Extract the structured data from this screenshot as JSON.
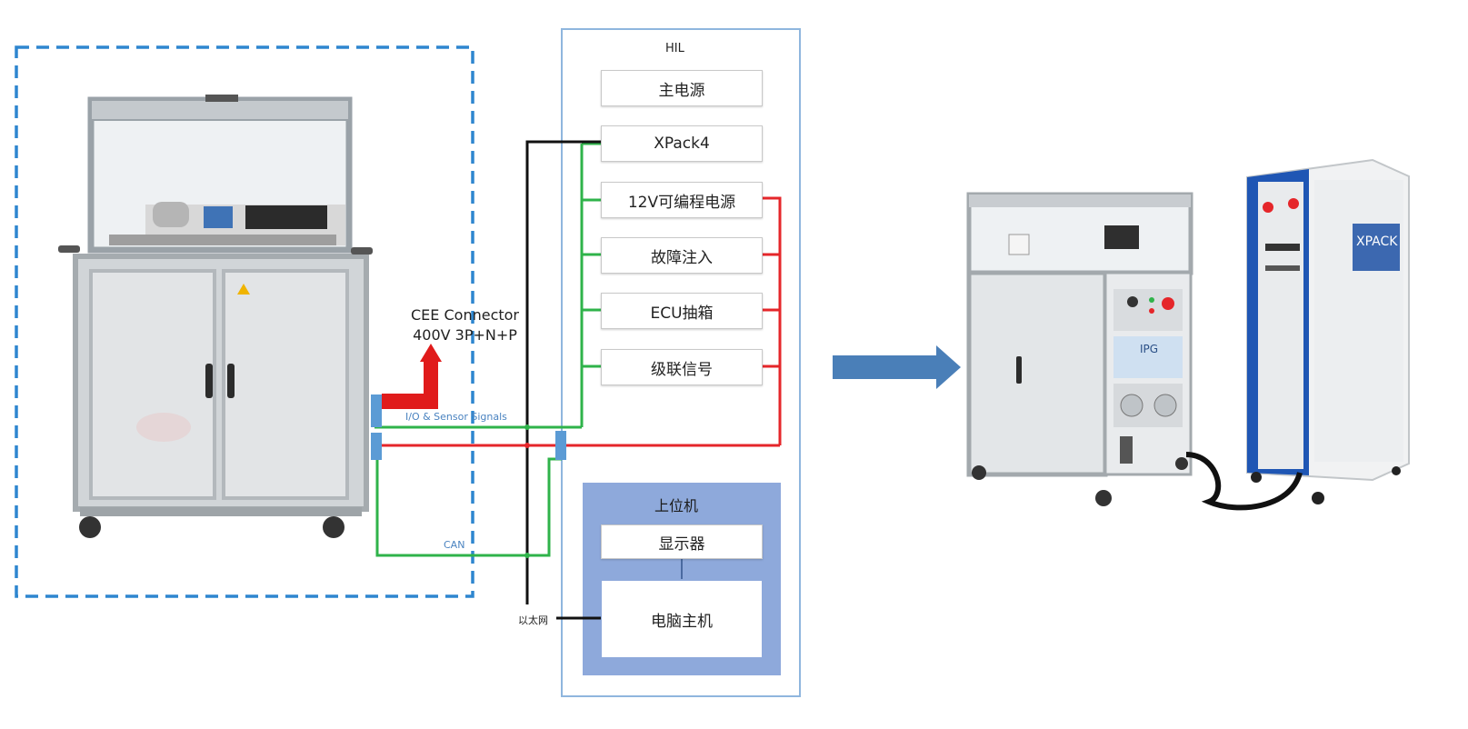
{
  "hil": {
    "title": "HIL",
    "modules": [
      "主电源",
      "XPack4",
      "12V可编程电源",
      "故障注入",
      "ECU抽箱",
      "级联信号"
    ]
  },
  "host_pc": {
    "title": "上位机",
    "display": "显示器",
    "computer": "电脑主机"
  },
  "connector": {
    "line1": "CEE Connector",
    "line2": "400V 3P+N+P"
  },
  "signals": {
    "io": "I/O & Sensor Signals",
    "can": "CAN",
    "ethernet": "以太网"
  },
  "colors": {
    "green_wire": "#2fb34a",
    "red_wire": "#e5262a",
    "black_wire": "#111111",
    "blue_dashed": "#2e86cf",
    "arrow": "#4a7fb8",
    "panel_border": "#8fb6de",
    "pc_panel": "#8ea9db"
  }
}
